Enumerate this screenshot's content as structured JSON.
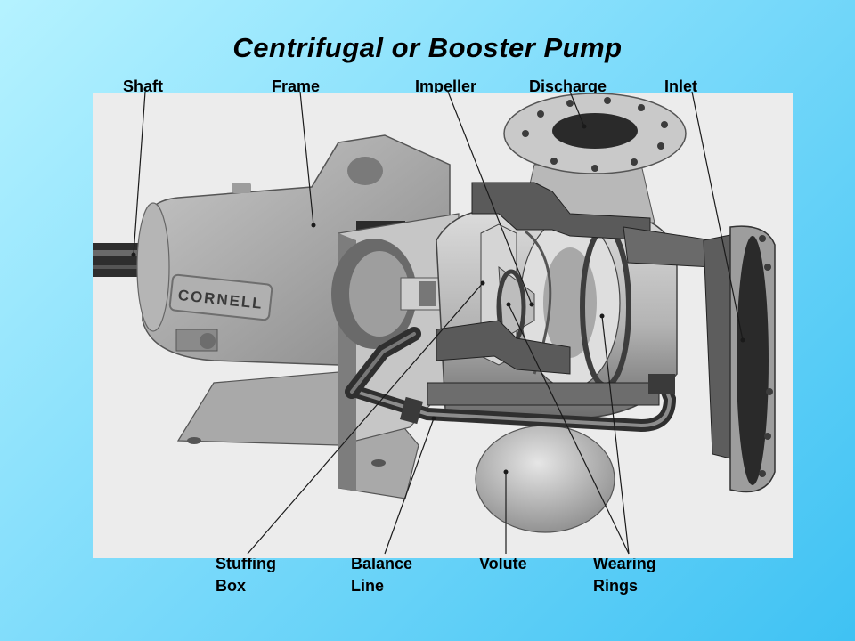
{
  "title": "Centrifugal or Booster Pump",
  "labels": {
    "shaft": "Shaft",
    "frame": "Frame",
    "impeller": "Impeller",
    "discharge": "Discharge",
    "inlet": "Inlet",
    "stuffing_box": [
      "Stuffing",
      "Box"
    ],
    "balance_line": [
      "Balance",
      "Line"
    ],
    "volute": "Volute",
    "wearing_rings": [
      "Wearing",
      "Rings"
    ]
  },
  "nameplate": "CORNELL",
  "colors": {
    "background_light": "#b5f2ff",
    "background_dark": "#3fc2f3",
    "photo_bg": "#ececec",
    "metal_light": "#d2d2d2",
    "metal_mid": "#9a9a9a",
    "metal_dark": "#3a3a3a",
    "leader_line": "#1a1a1a"
  }
}
